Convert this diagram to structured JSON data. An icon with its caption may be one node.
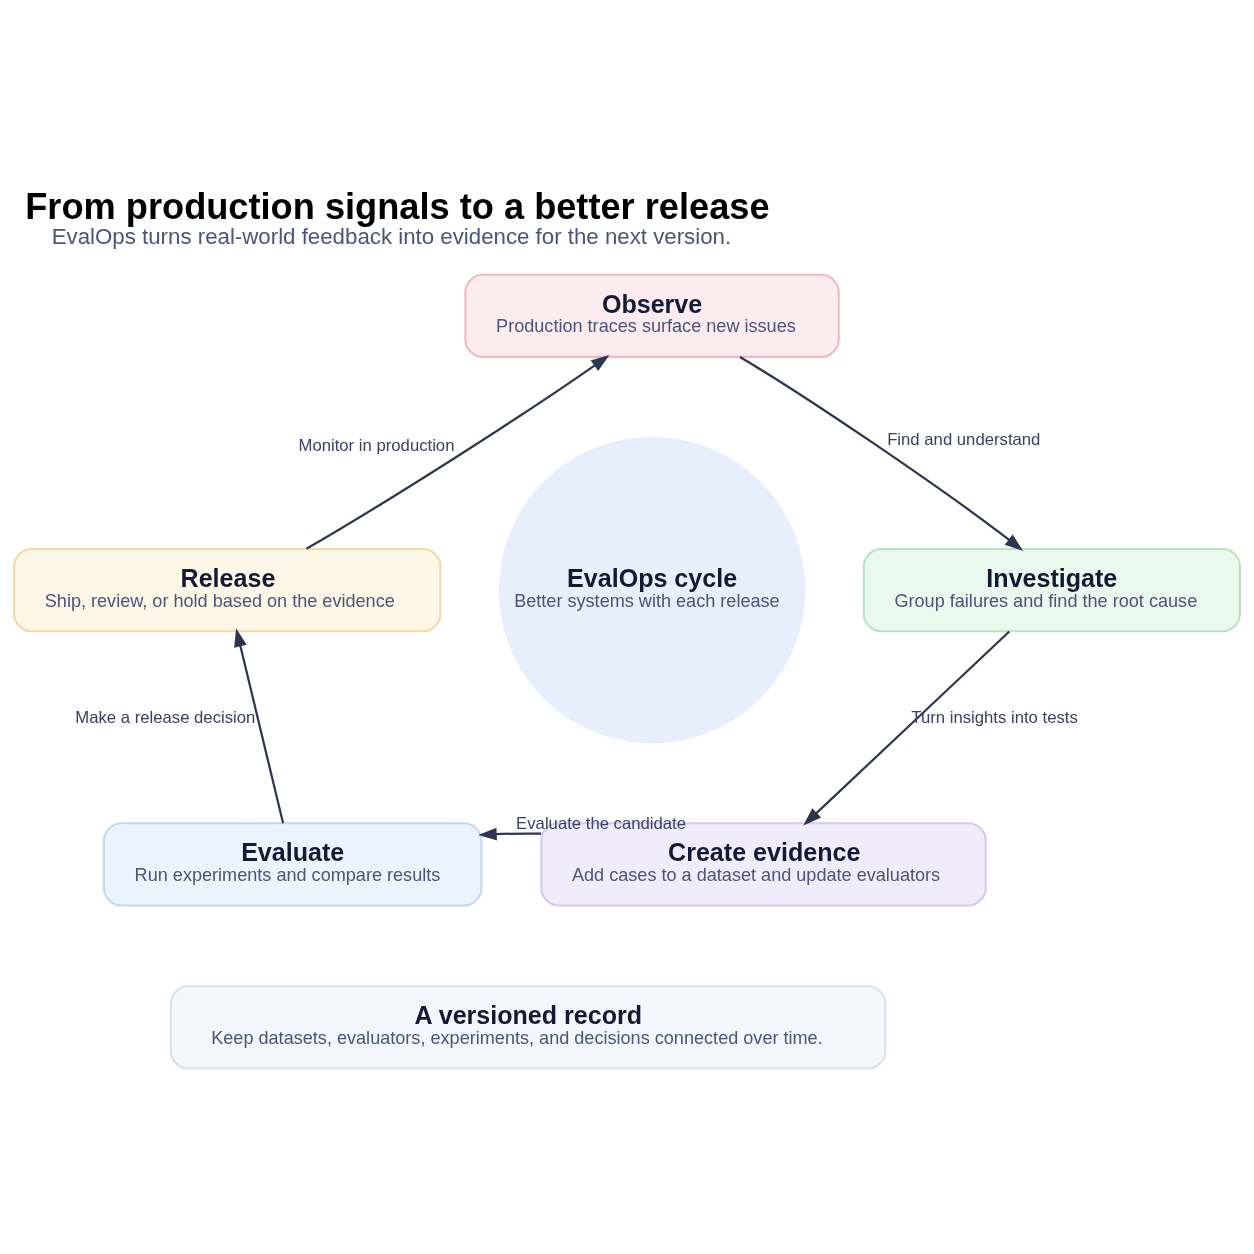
{
  "diagram": {
    "title": "From production signals to a better release",
    "caption": "EvalOps turns real-world feedback into evidence for the next version.",
    "nodes": [
      {
        "text": [
          "Observe",
          "Production traces surface new issues"
        ]
      },
      {
        "text": [
          "Investigate",
          "Group failures and find the root cause"
        ]
      },
      {
        "text": [
          "Create evidence",
          "Add cases to a dataset and update evaluators"
        ]
      },
      {
        "text": [
          "Evaluate",
          "Run experiments and compare results"
        ]
      },
      {
        "text": [
          "Release",
          "Ship, review, or hold based on the evidence"
        ]
      },
      {
        "text": [
          "EvalOps cycle",
          "Better systems with each release"
        ]
      },
      {
        "text": [
          "A versioned record",
          "Keep datasets, evaluators, experiments, and decisions connected over time."
        ]
      }
    ],
    "edges": [
      {
        "from": 0,
        "to": 1,
        "arrow": "to",
        "label": "Find and understand"
      },
      {
        "from": 1,
        "to": 2,
        "arrow": "to",
        "label": "Turn insights into tests"
      },
      {
        "from": 2,
        "to": 3,
        "arrow": "to",
        "label": "Evaluate the candidate"
      },
      {
        "from": 3,
        "to": 4,
        "arrow": "to",
        "label": "Make a release decision"
      },
      {
        "from": 4,
        "to": 0,
        "arrow": "to",
        "label": "Monitor in production"
      }
    ]
  }
}
